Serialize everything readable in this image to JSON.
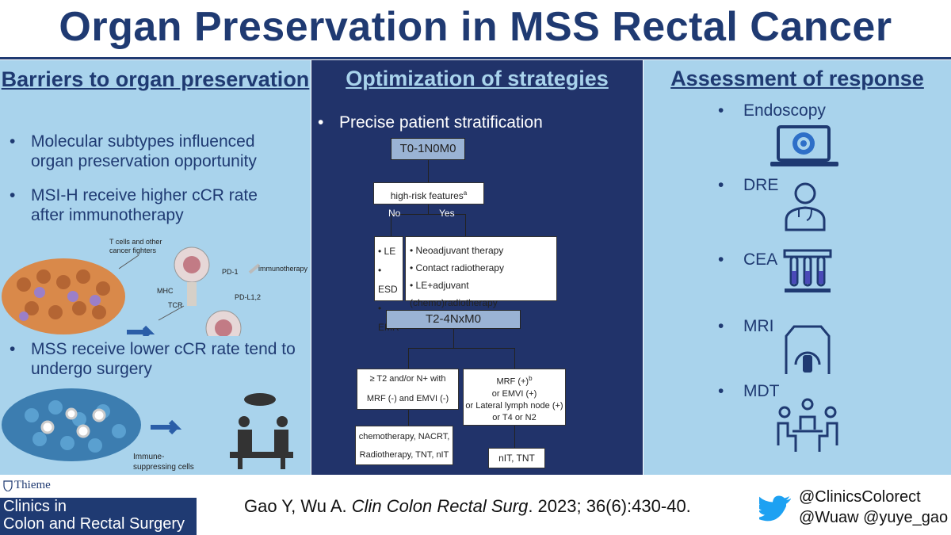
{
  "title": "Organ Preservation in MSS Rectal Cancer",
  "left": {
    "heading": "Barriers to organ preservation",
    "bullets": [
      "Molecular subtypes influenced organ preservation opportunity",
      "MSI-H receive higher cCR rate after immunotherapy",
      "MSS receive lower cCR rate tend to undergo surgery"
    ],
    "fig1": {
      "tcells": "T cells and other cancer fighters",
      "pd1": "PD-1",
      "immuno": "immunotherapy",
      "mhc": "MHC",
      "tcr": "TCR",
      "pdl": "PD-L1,2"
    },
    "fig2": {
      "immune": "Immune-suppressing cells"
    }
  },
  "middle": {
    "heading": "Optimization of strategies",
    "bullet": "Precise patient stratification",
    "flow": {
      "t01": "T0-1N0M0",
      "highrisk": "high-risk features",
      "highrisk_sup": "a",
      "no": "No",
      "yes": "Yes",
      "left_options": [
        "LE",
        "ESD",
        "EMR"
      ],
      "right_options": [
        "Neoadjuvant therapy",
        "Contact radiotherapy",
        "LE+adjuvant (chemo)radiotherapy"
      ],
      "t24": "T2-4NxM0",
      "cond_left_1": "≥ T2 and/or N+ with",
      "cond_left_2": "MRF (-) and EMVI (-)",
      "cond_right_1": "MRF (+)",
      "cond_right_sup": "b",
      "cond_right_2": "or EMVI (+)",
      "cond_right_3": "or Lateral lymph node (+)",
      "cond_right_4": "or T4 or N2",
      "out_left_1": "chemotherapy, NACRT,",
      "out_left_2": "Radiotherapy, TNT, nIT",
      "out_right": "nIT, TNT"
    }
  },
  "right": {
    "heading": "Assessment of response",
    "items": [
      "Endoscopy",
      "DRE",
      "CEA",
      "MRI",
      "MDT"
    ]
  },
  "footer": {
    "publisher": "Thieme",
    "journal_1": "Clinics in",
    "journal_2": "Colon and Rectal Surgery",
    "cite_authors": "Gao Y, Wu A. ",
    "cite_journal": "Clin Colon Rectal Surg",
    "cite_rest": ". 2023; 36(6):430-40.",
    "handle_1": "@ClinicsColorect",
    "handle_2": "@Wuaw @yuye_gao"
  },
  "colors": {
    "navy": "#1f3a72",
    "light_blue": "#a9d3ec",
    "mid_panel": "#21336a",
    "twitter": "#1da1f2"
  }
}
